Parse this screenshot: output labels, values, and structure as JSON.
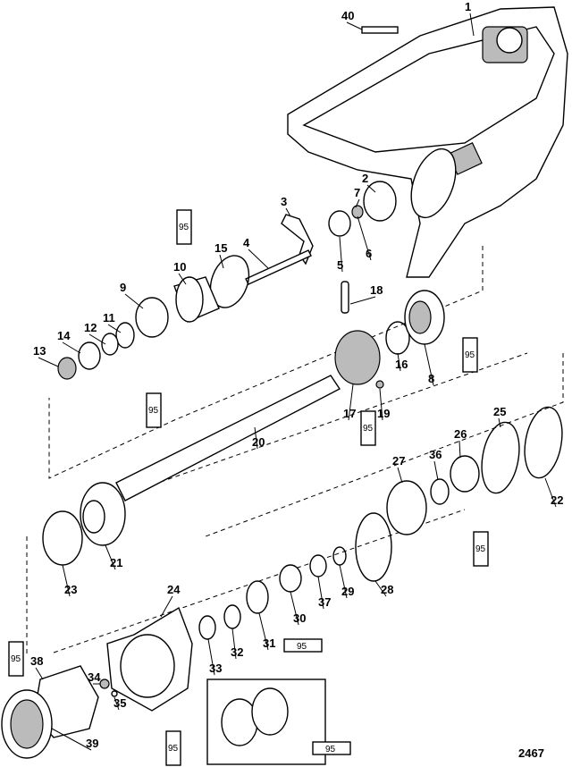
{
  "diagram": {
    "figure_number": "2467",
    "sealant_label": "95",
    "callouts": [
      "40",
      "1",
      "2",
      "7",
      "3",
      "6",
      "5",
      "4",
      "15",
      "10",
      "9",
      "18",
      "12",
      "11",
      "14",
      "13",
      "16",
      "8",
      "17",
      "19",
      "20",
      "25",
      "26",
      "36",
      "27",
      "22",
      "21",
      "23",
      "28",
      "29",
      "37",
      "30",
      "24",
      "31",
      "32",
      "33",
      "38",
      "34",
      "35",
      "39"
    ]
  }
}
